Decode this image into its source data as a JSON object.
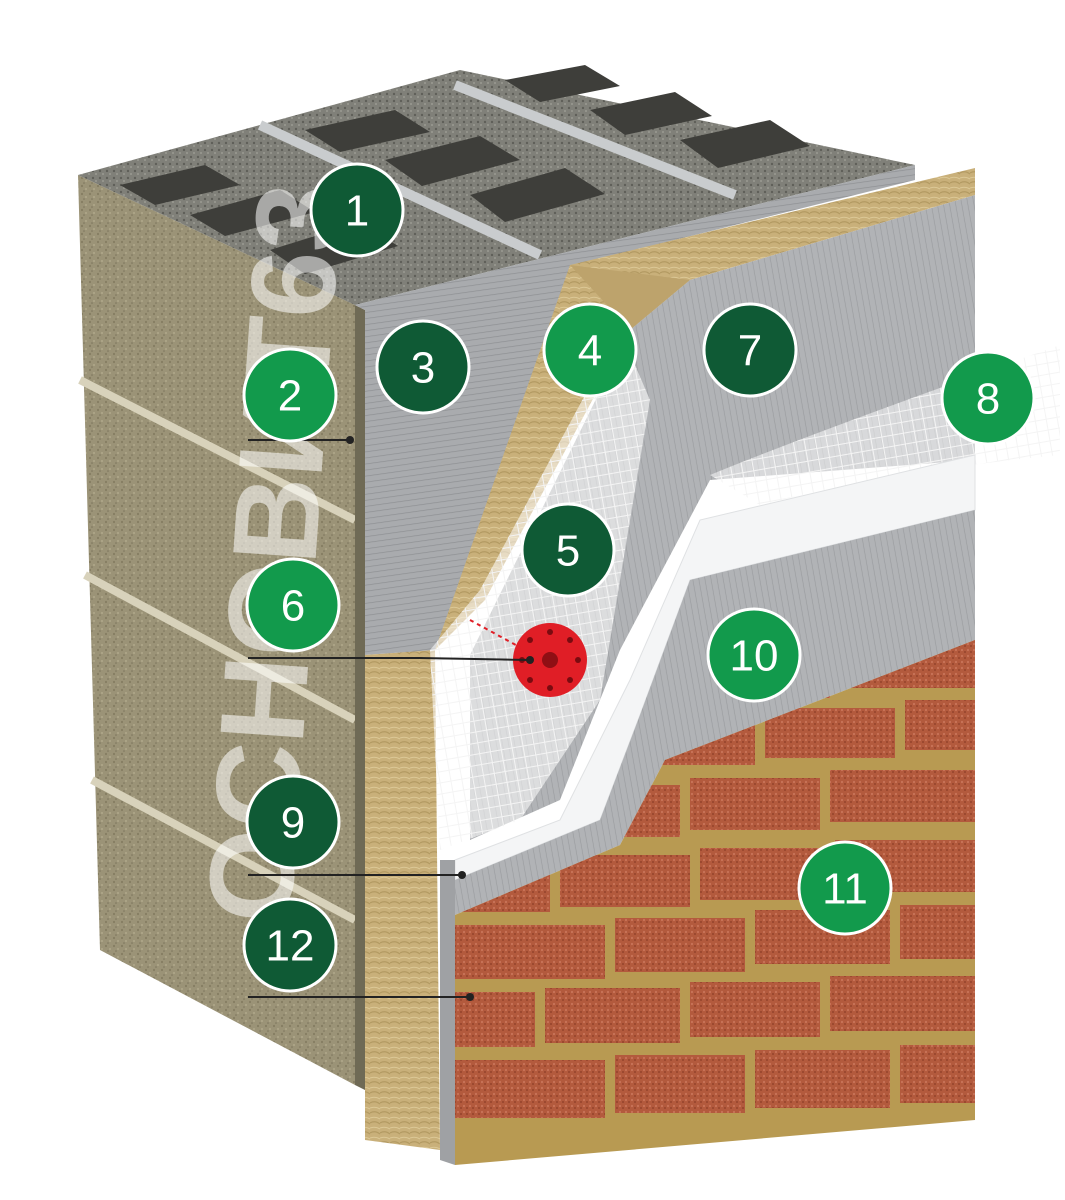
{
  "watermark": {
    "text": "ОСНОВИТ63"
  },
  "colors": {
    "badge_dark": "#0f5a35",
    "badge_light": "#129a4c",
    "badge_border": "#ffffff",
    "block": "#9b9377",
    "block_top": "#7a7a74",
    "plaster_grey": "#a9abae",
    "mineral_wool": "#c9b07a",
    "mesh": "#f2f2f2",
    "primer_white": "#f4f5f6",
    "brick": "#b35a3d",
    "mortar": "#b89a52",
    "anchor_red": "#e01e26",
    "leader_line": "#222222"
  },
  "callouts": [
    {
      "label": "1",
      "tone": "dark",
      "leader": false
    },
    {
      "label": "2",
      "tone": "light",
      "leader": true
    },
    {
      "label": "3",
      "tone": "dark",
      "leader": false
    },
    {
      "label": "4",
      "tone": "light",
      "leader": false
    },
    {
      "label": "5",
      "tone": "dark",
      "leader": false
    },
    {
      "label": "6",
      "tone": "light",
      "leader": true
    },
    {
      "label": "7",
      "tone": "dark",
      "leader": false
    },
    {
      "label": "8",
      "tone": "light",
      "leader": false
    },
    {
      "label": "9",
      "tone": "dark",
      "leader": true
    },
    {
      "label": "10",
      "tone": "light",
      "leader": false
    },
    {
      "label": "11",
      "tone": "light",
      "leader": false
    },
    {
      "label": "12",
      "tone": "dark",
      "leader": true
    }
  ]
}
